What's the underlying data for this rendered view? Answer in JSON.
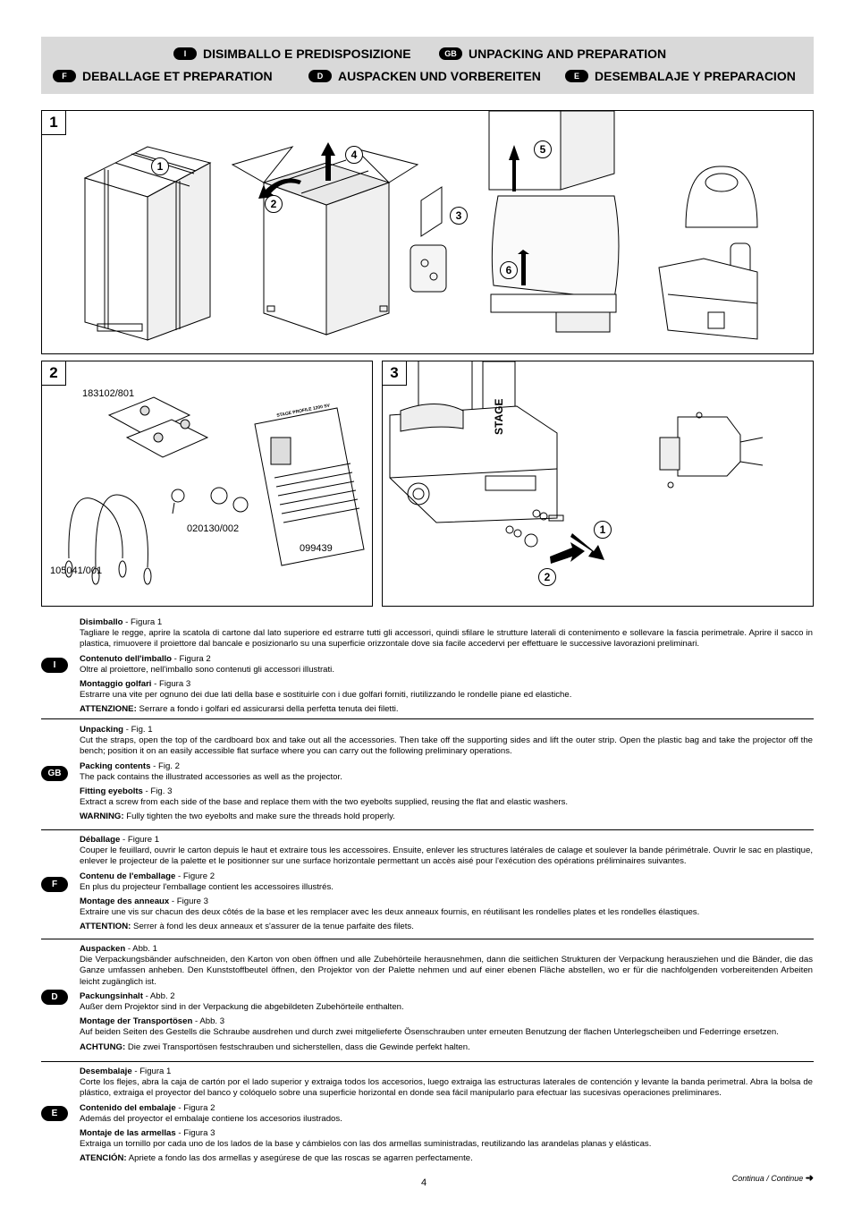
{
  "headers": [
    {
      "code": "I",
      "title": "DISIMBALLO E PREDISPOSIZIONE"
    },
    {
      "code": "GB",
      "title": "UNPACKING AND PREPARATION"
    },
    {
      "code": "F",
      "title": "DEBALLAGE ET PREPARATION"
    },
    {
      "code": "D",
      "title": "AUSPACKEN UND VORBEREITEN"
    },
    {
      "code": "E",
      "title": "DESEMBALAJE Y PREPARACION"
    }
  ],
  "figures": {
    "fig1": {
      "number": "1",
      "callouts": [
        "1",
        "2",
        "3",
        "4",
        "5",
        "6"
      ]
    },
    "fig2": {
      "number": "2",
      "parts": [
        "183102/801",
        "020130/002",
        "099439",
        "105041/001"
      ],
      "manual_title": "STAGE PROFILE 1200 SV"
    },
    "fig3": {
      "number": "3",
      "callouts": [
        "1",
        "2"
      ],
      "brand": "STAGE"
    }
  },
  "sections": [
    {
      "code": "I",
      "paragraphs": [
        {
          "head": "Disimballo",
          "ref": " - Figura 1",
          "text": "Tagliare le regge, aprire la scatola di cartone dal lato superiore ed estrarre tutti gli accessori, quindi sfilare le strutture laterali di contenimento e sollevare la fascia perimetrale. Aprire il sacco in plastica, rimuovere il proiettore dal bancale e posizionarlo su una superficie orizzontale dove sia facile accedervi per effettuare le successive lavorazioni preliminari."
        },
        {
          "head": "Contenuto dell'imballo",
          "ref": " - Figura 2",
          "text": "Oltre al proiettore, nell'imballo sono contenuti gli accessori illustrati."
        },
        {
          "head": "Montaggio golfari",
          "ref": " - Figura 3",
          "text": "Estrarre una vite per ognuno dei due lati della base e sostituirle con i due golfari forniti, riutilizzando le rondelle piane ed elastiche."
        },
        {
          "head": "ATTENZIONE:",
          "ref": "",
          "text": "Serrare a fondo i golfari ed assicurarsi della perfetta tenuta dei filetti.",
          "inline": true
        }
      ]
    },
    {
      "code": "GB",
      "paragraphs": [
        {
          "head": "Unpacking",
          "ref": " - Fig. 1",
          "text": "Cut the straps, open the top of the cardboard box and  take out all the accessories. Then take off the supporting sides and lift the outer strip. Open the plastic bag and take the projector off the bench; position it on an easily accessible flat surface where you can carry out the following preliminary operations."
        },
        {
          "head": "Packing contents",
          "ref": " - Fig. 2",
          "text": "The pack contains the illustrated accessories as well as the projector."
        },
        {
          "head": "Fitting eyebolts",
          "ref": " - Fig. 3",
          "text": "Extract a screw from each side of the base and replace them with the two eyebolts supplied, reusing the flat and elastic washers."
        },
        {
          "head": "WARNING:",
          "ref": "",
          "text": "Fully tighten the two eyebolts and make sure the threads hold properly.",
          "inline": true
        }
      ]
    },
    {
      "code": "F",
      "paragraphs": [
        {
          "head": "Déballage",
          "ref": " - Figure 1",
          "text": "Couper le feuillard, ouvrir le carton depuis le haut et extraire tous les accessoires. Ensuite, enlever les structures latérales de calage et soulever la bande périmétrale. Ouvrir le sac en plastique, enlever le projecteur de la palette et le positionner sur une surface horizontale permettant un accès aisé pour l'exécution des opérations préliminaires suivantes."
        },
        {
          "head": "Contenu de l'emballage",
          "ref": " - Figure 2",
          "text": "En plus du projecteur l'emballage contient les accessoires illustrés."
        },
        {
          "head": "Montage des anneaux",
          "ref": " - Figure 3",
          "text": "Extraire une vis sur chacun des deux côtés de la base et les remplacer avec les deux anneaux fournis, en réutilisant les rondelles plates et les rondelles élastiques."
        },
        {
          "head": "ATTENTION:",
          "ref": "",
          "text": "Serrer à fond les deux anneaux et s'assurer de la tenue parfaite des filets.",
          "inline": true
        }
      ]
    },
    {
      "code": "D",
      "paragraphs": [
        {
          "head": "Auspacken",
          "ref": " - Abb. 1",
          "text": "Die Verpackungsbänder aufschneiden, den Karton von oben öffnen und alle Zubehörteile herausnehmen, dann die seitlichen Strukturen der Verpackung herausziehen und die Bänder, die das Ganze umfassen anheben. Den Kunststoffbeutel öffnen, den Projektor von der Palette nehmen und auf einer ebenen Fläche abstellen, wo er für die nachfolgenden vorbereitenden Arbeiten leicht zugänglich ist."
        },
        {
          "head": "Packungsinhalt",
          "ref": "  - Abb. 2",
          "text": "Außer dem Projektor sind in der Verpackung die abgebildeten Zubehörteile enthalten."
        },
        {
          "head": "Montage der Transportösen",
          "ref": " - Abb. 3",
          "text": "Auf beiden Seiten des Gestells die Schraube ausdrehen und durch zwei mitgelieferte Ösenschrauben unter erneuten Benutzung der flachen Unterlegscheiben und Federringe ersetzen."
        },
        {
          "head": "ACHTUNG:",
          "ref": "",
          "text": "Die zwei Transportösen festschrauben und sicherstellen, dass die Gewinde perfekt halten.",
          "inline": true
        }
      ]
    },
    {
      "code": "E",
      "paragraphs": [
        {
          "head": "Desembalaje",
          "ref": " - Figura 1",
          "text": "Corte los flejes, abra la caja de cartón por el lado superior y extraiga todos los accesorios, luego extraiga las estructuras laterales de contención y levante la banda perimetral. Abra la bolsa de plástico, extraiga el proyector del banco y colóquelo sobre una superficie horizontal en donde sea fácil manipularlo para efectuar las sucesivas operaciones preliminares."
        },
        {
          "head": "Contenido del embalaje",
          "ref": " - Figura 2",
          "text": "Además del proyector el embalaje contiene los accesorios ilustrados."
        },
        {
          "head": "Montaje de las armellas",
          "ref": " - Figura 3",
          "text": "Extraiga un tornillo por cada uno de los lados de la base y cámbielos con las dos armellas suministradas, reutilizando las arandelas planas y elásticas."
        },
        {
          "head": "ATENCIÓN:",
          "ref": "",
          "text": "Apriete a fondo las dos armellas y asegúrese de que las roscas se agarren perfectamente.",
          "inline": true
        }
      ]
    }
  ],
  "footer": {
    "page": "4",
    "continue": "Continua / Continue"
  }
}
